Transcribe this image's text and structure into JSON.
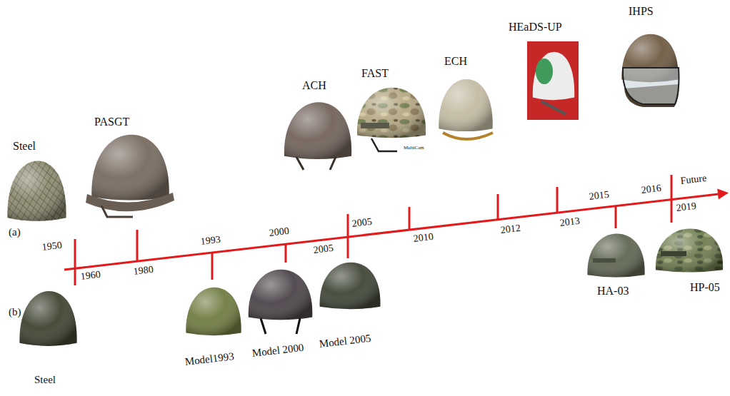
{
  "diagram": {
    "labels": [
      "Steel",
      "PASGT",
      "ACH",
      "FAST",
      "MultiCam",
      "ECH",
      "HEaDS-UP",
      "IHPS",
      "Future",
      "(a)",
      "(b)",
      "1950",
      "1960",
      "1980",
      "1993",
      "2000",
      "2005",
      "2005",
      "2010",
      "2012",
      "2013",
      "2015",
      "2016",
      "2019",
      "Steel",
      "Model1993",
      "Model 2000",
      "Model 2005",
      "HA-03",
      "HP-05"
    ]
  }
}
